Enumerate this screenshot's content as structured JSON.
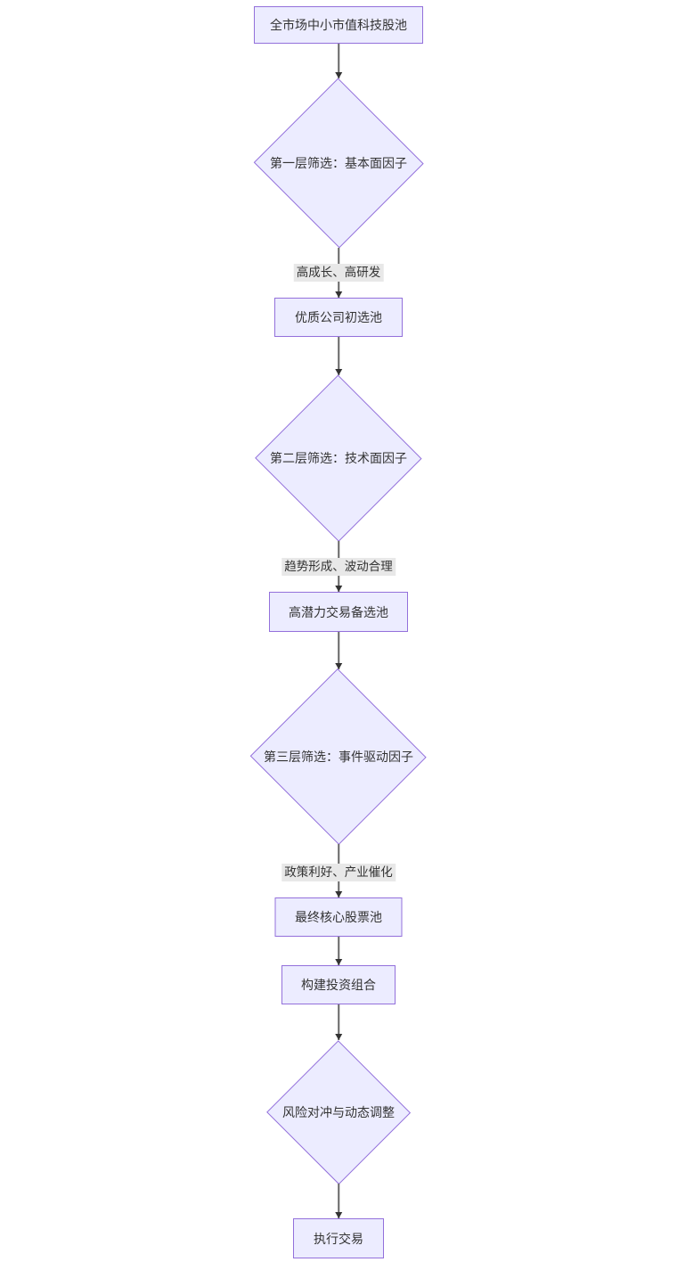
{
  "diagram": {
    "type": "flowchart-top-down",
    "colors": {
      "node_fill": "#ECECFF",
      "node_border": "#9370DB",
      "text": "#333333",
      "edge_line": "#666666",
      "arrowhead": "#333333",
      "edge_label_bg": "#e8e8e8",
      "background": "#ffffff"
    },
    "nodes": [
      {
        "id": "start",
        "type": "rect",
        "label": "全市场中小市值科技股池"
      },
      {
        "id": "filter1",
        "type": "diamond",
        "label": "第一层筛选：基本面因子"
      },
      {
        "id": "pool1",
        "type": "rect",
        "label": "优质公司初选池"
      },
      {
        "id": "filter2",
        "type": "diamond",
        "label": "第二层筛选：技术面因子"
      },
      {
        "id": "pool2",
        "type": "rect",
        "label": "高潜力交易备选池"
      },
      {
        "id": "filter3",
        "type": "diamond",
        "label": "第三层筛选：事件驱动因子"
      },
      {
        "id": "pool3",
        "type": "rect",
        "label": "最终核心股票池"
      },
      {
        "id": "portfolio",
        "type": "rect",
        "label": "构建投资组合"
      },
      {
        "id": "risk",
        "type": "diamond",
        "label": "风险对冲与动态调整"
      },
      {
        "id": "execute",
        "type": "rect",
        "label": "执行交易"
      }
    ],
    "edges": [
      {
        "from": "start",
        "to": "filter1",
        "label": ""
      },
      {
        "from": "filter1",
        "to": "pool1",
        "label": "高成长、高研发"
      },
      {
        "from": "pool1",
        "to": "filter2",
        "label": ""
      },
      {
        "from": "filter2",
        "to": "pool2",
        "label": "趋势形成、波动合理"
      },
      {
        "from": "pool2",
        "to": "filter3",
        "label": ""
      },
      {
        "from": "filter3",
        "to": "pool3",
        "label": "政策利好、产业催化"
      },
      {
        "from": "pool3",
        "to": "portfolio",
        "label": ""
      },
      {
        "from": "portfolio",
        "to": "risk",
        "label": ""
      },
      {
        "from": "risk",
        "to": "execute",
        "label": ""
      }
    ]
  }
}
